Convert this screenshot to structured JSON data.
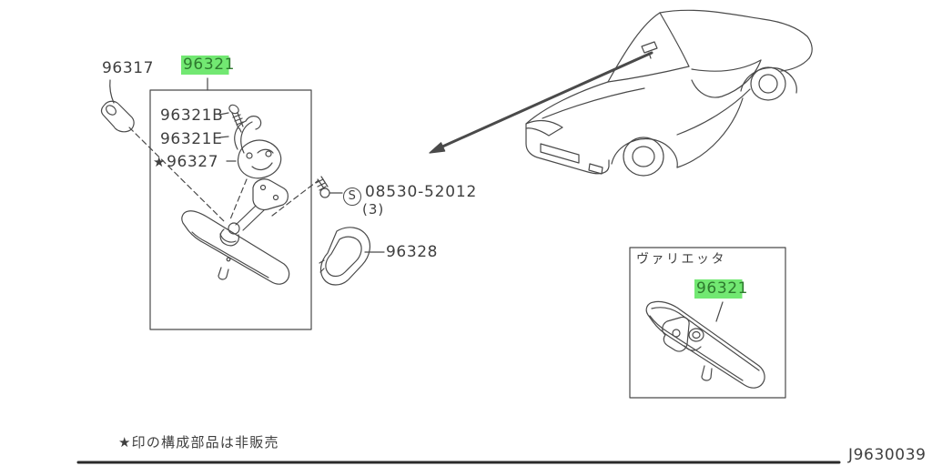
{
  "page": {
    "background": "#ffffff",
    "footnote": "★印の構成部品は非販売",
    "drawing_number": "J9630039"
  },
  "colors": {
    "line": "#4a4a4a",
    "text": "#3f3f3f",
    "highlight_bg": "#72e872",
    "highlight_text": "#2e7a2e"
  },
  "main_diagram": {
    "label_96317": "96317",
    "label_96321": "96321",
    "label_96321B": "96321B",
    "label_96321E": "96321E",
    "star": "★",
    "label_96327": "96327",
    "screw_symbol": "S",
    "screw_part_number": "08530-52012",
    "screw_quantity": "(3)",
    "label_96328": "96328"
  },
  "variant_diagram": {
    "title": "ヴァリエッタ",
    "label_96321": "96321"
  }
}
